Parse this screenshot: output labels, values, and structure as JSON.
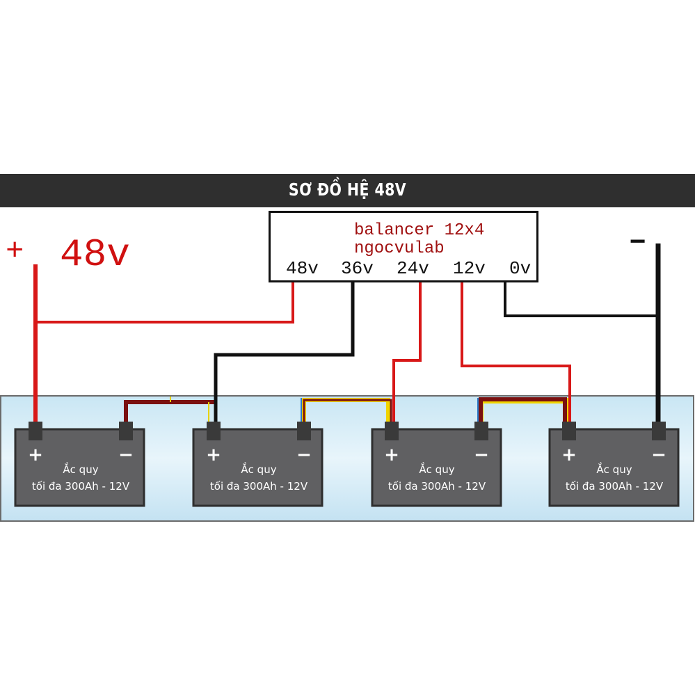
{
  "title": "SƠ ĐỒ HỆ 48V",
  "balancer": {
    "name": "balancer 12x4",
    "author": "ngocvulab",
    "taps": [
      "48v",
      "36v",
      "24v",
      "12v",
      "0v"
    ]
  },
  "labels": {
    "positive_sign": "+",
    "positive_voltage": "48v",
    "negative_sign": "−"
  },
  "batteries": [
    {
      "plus": "+",
      "minus": "−",
      "name": "Ắc quy",
      "spec": "tối đa 300Ah - 12V"
    },
    {
      "plus": "+",
      "minus": "−",
      "name": "Ắc quy",
      "spec": "tối đa 300Ah - 12V"
    },
    {
      "plus": "+",
      "minus": "−",
      "name": "Ắc quy",
      "spec": "tối đa 300Ah - 12V"
    },
    {
      "plus": "+",
      "minus": "−",
      "name": "Ắc quy",
      "spec": "tối đa 300Ah - 12V"
    }
  ],
  "colors": {
    "title_bar": "#2f2f2f",
    "battery_body": "#606062",
    "battery_terminal": "#3a3a3a",
    "wire_red": "#d81818",
    "wire_dark_red": "#7a1010",
    "wire_black": "#111111",
    "panel_bg": "#d6ecf6"
  }
}
